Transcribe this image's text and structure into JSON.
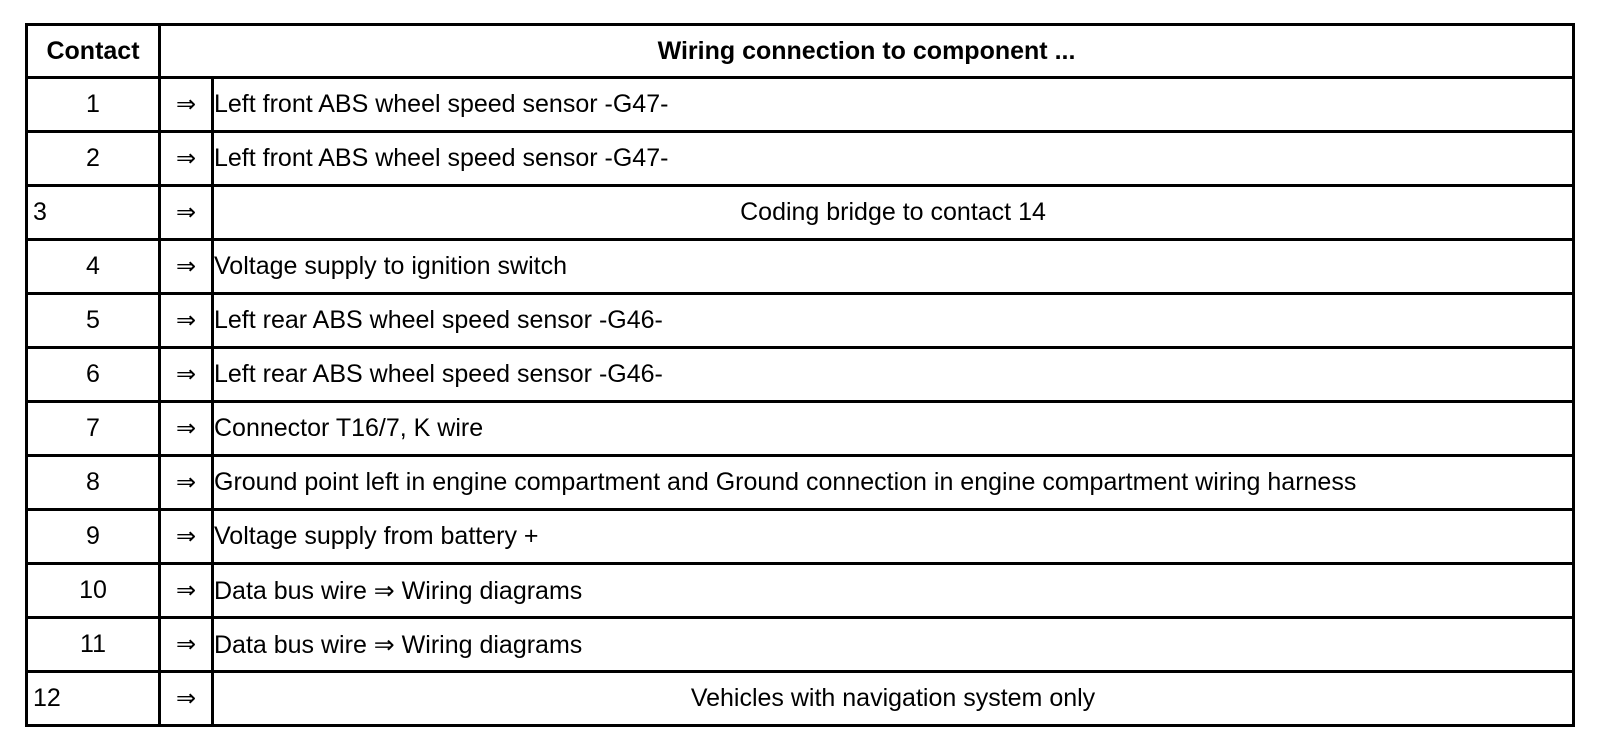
{
  "document": {
    "title": "Wiring connection to component table",
    "background_color": "#ffffff",
    "border_color": "#000000",
    "text_color": "#000000"
  },
  "table": {
    "header": {
      "contact_label": "Contact",
      "description_label": "Wiring connection to component ..."
    },
    "arrow_glyph": "⇒",
    "arrow_icon_name": "double-right-arrow-icon",
    "rows": [
      {
        "contact": "1",
        "arrow": "⇒",
        "description": "Left front ABS wheel speed sensor -G47-",
        "contact_align": "center",
        "description_align": "left"
      },
      {
        "contact": "2",
        "arrow": "⇒",
        "description": "Left front ABS wheel speed sensor -G47-",
        "contact_align": "center",
        "description_align": "left"
      },
      {
        "contact": "3",
        "arrow": "⇒",
        "description": "Coding bridge to contact 14",
        "contact_align": "left",
        "description_align": "center"
      },
      {
        "contact": "4",
        "arrow": "⇒",
        "description": "Voltage supply to ignition switch",
        "contact_align": "center",
        "description_align": "left"
      },
      {
        "contact": "5",
        "arrow": "⇒",
        "description": "Left rear ABS wheel speed sensor -G46-",
        "contact_align": "center",
        "description_align": "left"
      },
      {
        "contact": "6",
        "arrow": "⇒",
        "description": "Left rear ABS wheel speed sensor -G46-",
        "contact_align": "center",
        "description_align": "left"
      },
      {
        "contact": "7",
        "arrow": "⇒",
        "description": "Connector T16/7, K wire",
        "contact_align": "center",
        "description_align": "left"
      },
      {
        "contact": "8",
        "arrow": "⇒",
        "description": "Ground point left in engine compartment and Ground connection in engine compartment wiring harness",
        "contact_align": "center",
        "description_align": "left"
      },
      {
        "contact": "9",
        "arrow": "⇒",
        "description": "Voltage supply from battery +",
        "contact_align": "center",
        "description_align": "left"
      },
      {
        "contact": "10",
        "arrow": "⇒",
        "description": "Data bus wire ⇒ Wiring diagrams",
        "contact_align": "center",
        "description_align": "left"
      },
      {
        "contact": "11",
        "arrow": "⇒",
        "description": "Data bus wire ⇒ Wiring diagrams",
        "contact_align": "center",
        "description_align": "left"
      },
      {
        "contact": "12",
        "arrow": "⇒",
        "description": "Vehicles with navigation system only",
        "contact_align": "left",
        "description_align": "center"
      }
    ]
  }
}
